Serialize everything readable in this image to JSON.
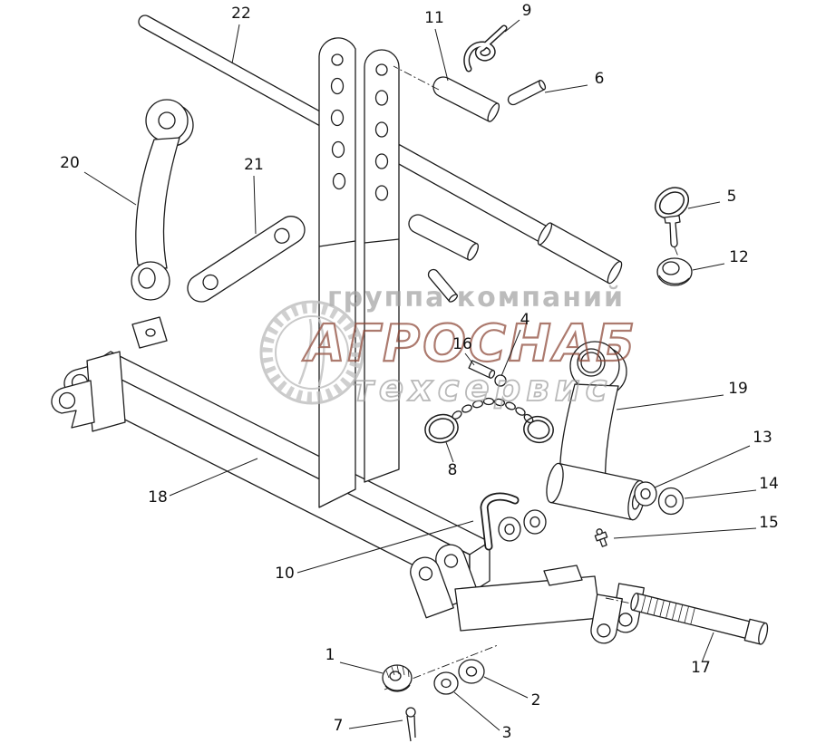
{
  "figure": {
    "background": "#ffffff",
    "line_color": "#1c1c1c"
  },
  "watermark": {
    "line1": "группа компаний",
    "line2": "АГРОСНАБ",
    "line3": "техсервис",
    "accent_color": "#8c4636",
    "gray_color": "#9e9e9e"
  },
  "callouts": {
    "c1": "1",
    "c2": "2",
    "c3": "3",
    "c4": "4",
    "c5": "5",
    "c6": "6",
    "c7": "7",
    "c8": "8",
    "c9": "9",
    "c10": "10",
    "c11": "11",
    "c12": "12",
    "c13": "13",
    "c14": "14",
    "c15": "15",
    "c16": "16",
    "c17": "17",
    "c18": "18",
    "c19": "19",
    "c20": "20",
    "c21": "21",
    "c22": "22"
  }
}
